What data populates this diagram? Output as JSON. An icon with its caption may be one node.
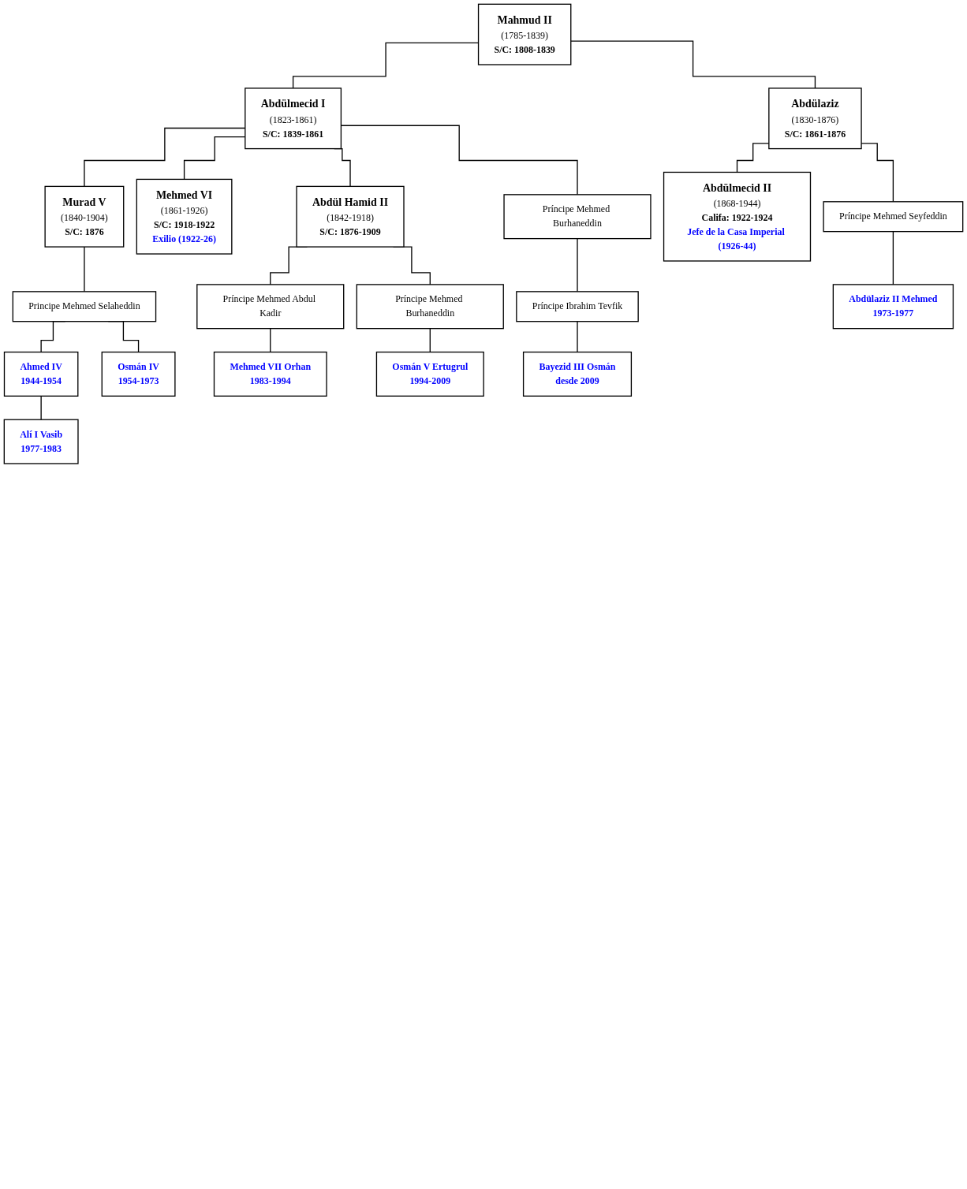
{
  "diagram": {
    "nodes": [
      {
        "text": [
          "Mahmud II",
          "(1785-1839)",
          "S/C: 1808-1839"
        ]
      },
      {
        "text": [
          "Abdülmecid I",
          "(1823-1861)",
          "S/C: 1839-1861"
        ]
      },
      {
        "text": [
          "Abdülaziz",
          "(1830-1876)",
          "S/C: 1861-1876"
        ]
      },
      {
        "text": [
          "Murad V",
          "(1840-1904)",
          "S/C: 1876"
        ]
      },
      {
        "text": [
          "Mehmed VI",
          "(1861-1926)",
          "S/C: 1918-1922",
          "Exilio (1922-26)"
        ]
      },
      {
        "text": [
          "Abdül Hamid II",
          "(1842-1918)",
          "S/C: 1876-1909"
        ]
      },
      {
        "text": [
          "Príncipe Mehmed Burhaneddin"
        ]
      },
      {
        "text": [
          "Abdülmecid II",
          "(1868-1944)",
          "Califa: 1922-1924",
          "Jefe de la Casa Imperial (1926-44)"
        ]
      },
      {
        "text": [
          "Príncipe Mehmed Seyfeddin"
        ]
      },
      {
        "text": [
          "Principe Mehmed Selaheddin"
        ]
      },
      {
        "text": [
          "Abdülaziz II Mehmed",
          "1973-1977"
        ]
      },
      {
        "text": [
          "Ahmed IV",
          "1944-1954"
        ]
      },
      {
        "text": [
          "Osmán IV",
          "1954-1973"
        ]
      },
      {
        "text": [
          "Príncipe Ibrahim Tevfik"
        ]
      },
      {
        "text": [
          "Alí I Vasib",
          "1977-1983"
        ]
      },
      {
        "text": [
          "Bayezid III Osmán",
          "desde 2009"
        ]
      },
      {
        "text": [
          "Príncipe Mehmed Abdul Kadir"
        ]
      },
      {
        "text": [
          "Príncipe Mehmed Burhaneddin"
        ]
      },
      {
        "text": [
          "Mehmed VII Orhan",
          "1983-1994"
        ]
      },
      {
        "text": [
          "Osmán V Ertugrul",
          "1994-2009"
        ]
      }
    ],
    "edges": [
      {
        "from": 0,
        "to": 1,
        "arrow": "none"
      },
      {
        "from": 0,
        "to": 2,
        "arrow": "none"
      },
      {
        "from": 1,
        "to": 3,
        "arrow": "none"
      },
      {
        "from": 1,
        "to": 4,
        "arrow": "none"
      },
      {
        "from": 1,
        "to": 5,
        "arrow": "none"
      },
      {
        "from": 1,
        "to": 6,
        "arrow": "none"
      },
      {
        "from": 2,
        "to": 7,
        "arrow": "none"
      },
      {
        "from": 2,
        "to": 8,
        "arrow": "none"
      },
      {
        "from": 3,
        "to": 9,
        "arrow": "none"
      },
      {
        "from": 8,
        "to": 10,
        "arrow": "none"
      },
      {
        "from": 9,
        "to": 11,
        "arrow": "none"
      },
      {
        "from": 9,
        "to": 12,
        "arrow": "none"
      },
      {
        "from": 6,
        "to": 13,
        "arrow": "none"
      },
      {
        "from": 11,
        "to": 14,
        "arrow": "none"
      },
      {
        "from": 13,
        "to": 15,
        "arrow": "none"
      },
      {
        "from": 5,
        "to": 16,
        "arrow": "none"
      },
      {
        "from": 5,
        "to": 17,
        "arrow": "none"
      },
      {
        "from": 16,
        "to": 18,
        "arrow": "none"
      },
      {
        "from": 17,
        "to": 19,
        "arrow": "none"
      }
    ]
  }
}
